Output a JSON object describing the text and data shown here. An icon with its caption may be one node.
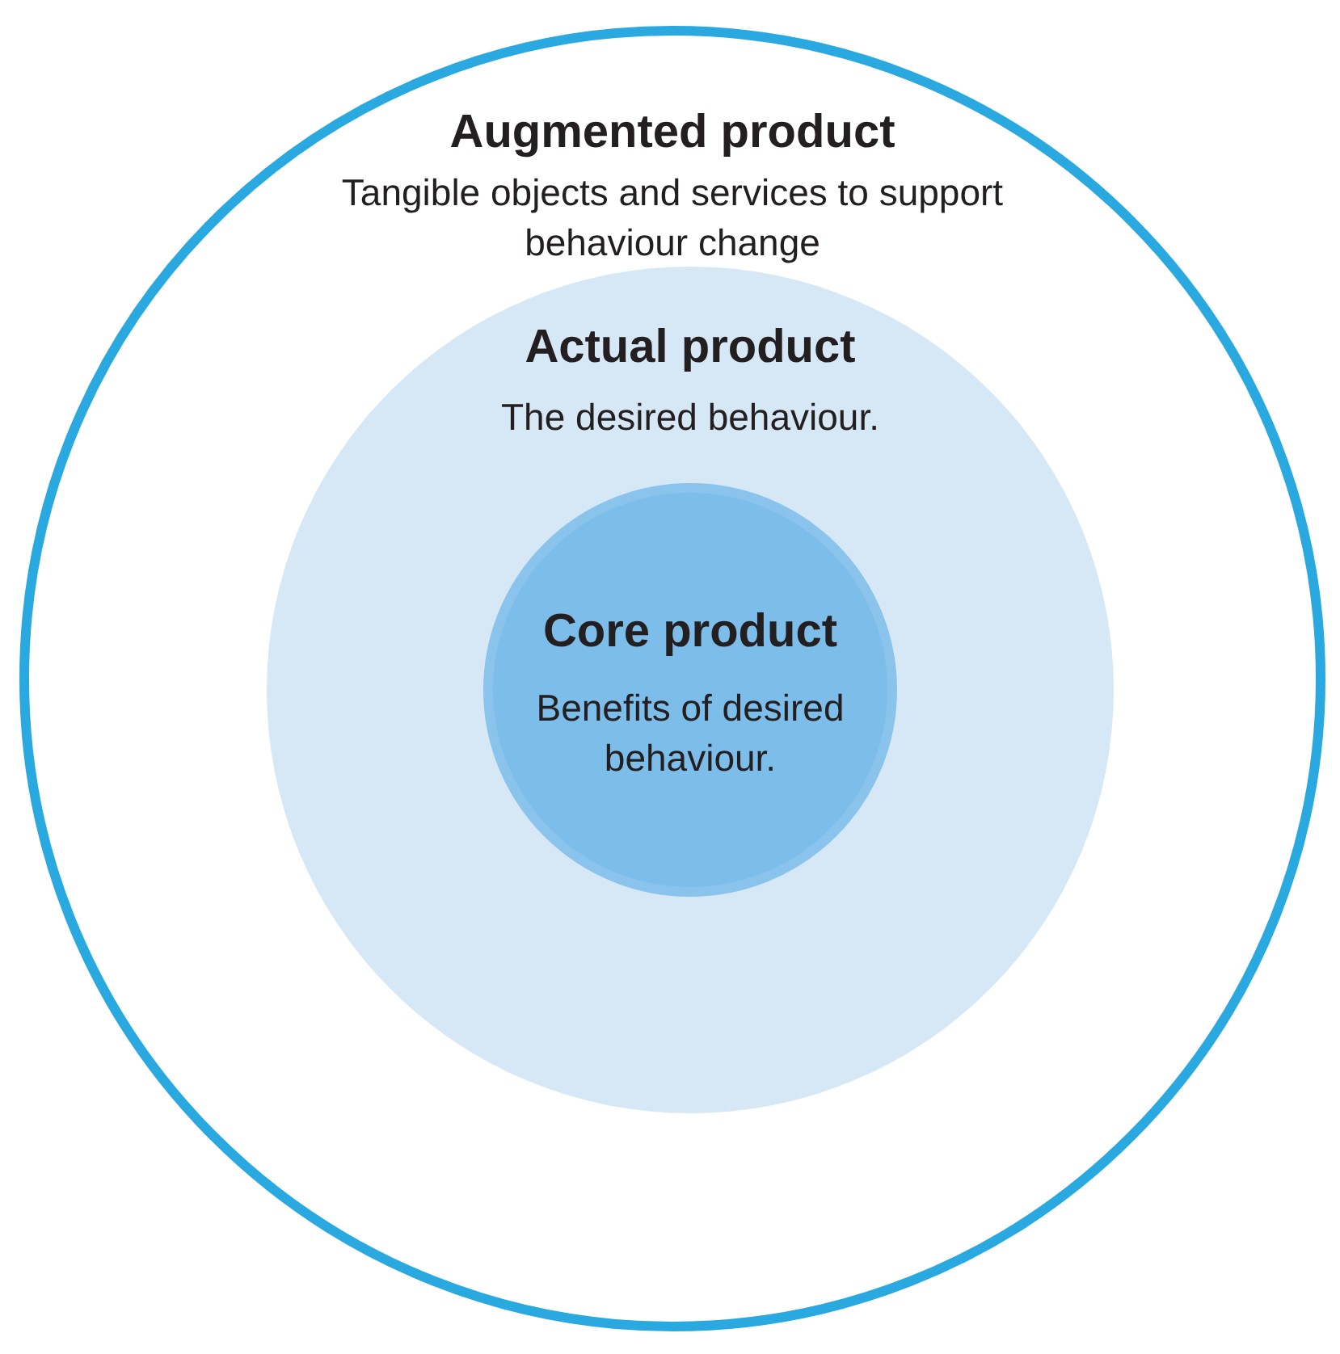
{
  "diagram": {
    "nodes": [
      {
        "text": [
          "Augmented product",
          "Tangible objects and services to support behaviour change"
        ]
      },
      {
        "text": [
          "Actual product",
          "The desired behaviour."
        ],
        "in": 0
      },
      {
        "text": [
          "Core product",
          "Benefits of desired behaviour."
        ],
        "in": 1
      }
    ]
  }
}
